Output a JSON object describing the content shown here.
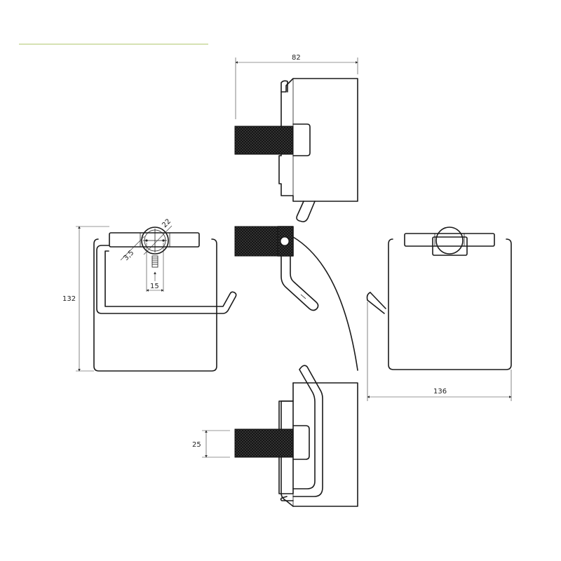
{
  "accent_line_color": "#c8d99a",
  "knurl_color": "#2a2a2a",
  "dimensions": {
    "depth": "82",
    "height": "132",
    "width": "136",
    "diameter": "22",
    "offset": "3,5",
    "hole_spacing": "15",
    "bar_height": "25"
  }
}
